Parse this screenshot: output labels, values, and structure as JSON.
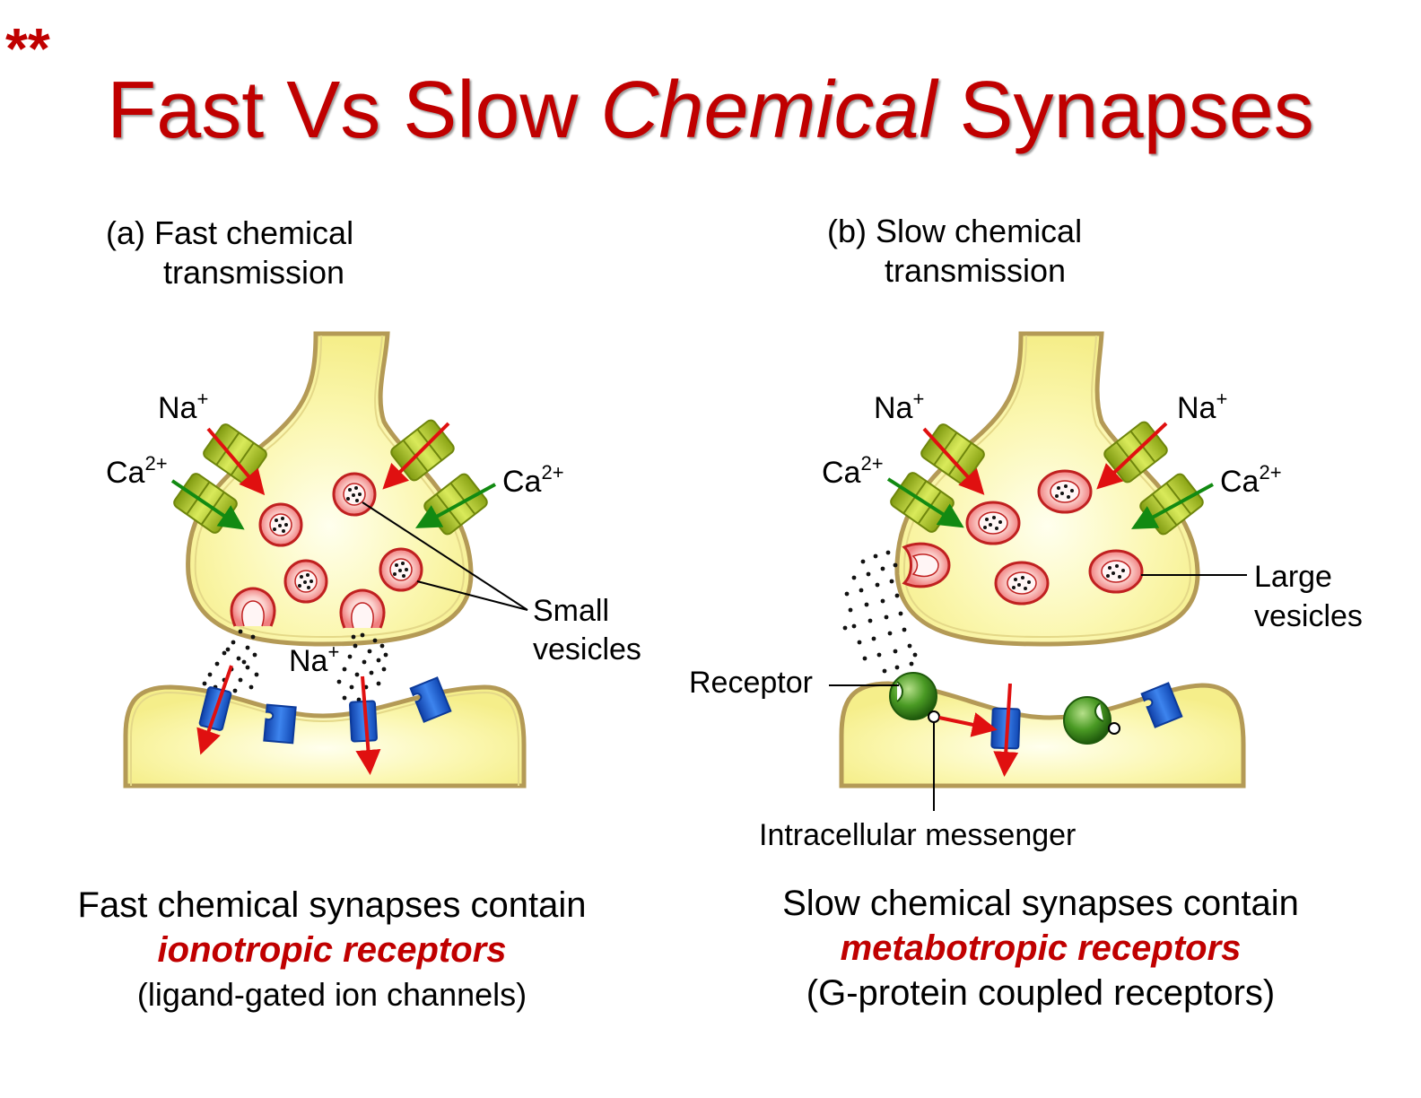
{
  "header": {
    "stars": "**",
    "title_pre": "Fast Vs Slow ",
    "title_em": "Chemical",
    "title_post": " Synapses"
  },
  "panel_a": {
    "title_line1": "(a)  Fast chemical",
    "title_line2": "transmission",
    "labels": {
      "na_left": "Na",
      "ca_left": "Ca",
      "ca_right": "Ca",
      "na_cleft": "Na",
      "small_line1": "Small",
      "small_line2": "vesicles"
    },
    "caption_line1": "Fast chemical synapses contain",
    "caption_line2": "ionotropic receptors",
    "caption_line3": "(ligand-gated ion channels)"
  },
  "panel_b": {
    "title_line1": "(b) Slow chemical",
    "title_line2": "transmission",
    "labels": {
      "na_left": "Na",
      "na_right": "Na",
      "ca_left": "Ca",
      "ca_right": "Ca",
      "large_line1": "Large",
      "large_line2": "vesicles",
      "receptor": "Receptor",
      "messenger": "Intracellular messenger"
    },
    "caption_line1": "Slow chemical synapses contain",
    "caption_line2": "metabotropic receptors",
    "caption_line3": "(G-protein coupled receptors)"
  },
  "ion_charges": {
    "sodium": "+",
    "calcium": "2+"
  },
  "colors": {
    "accent_red": "#c00000",
    "cell_fill": "#fbf7a6",
    "membrane": "#b49a56",
    "channel_green": "#a8c234",
    "receptor_blue": "#1f5fd0",
    "receptor_green": "#3e8a1c",
    "vesicle_red": "#d03030",
    "arrow_red": "#e01010",
    "arrow_green": "#128a12"
  }
}
